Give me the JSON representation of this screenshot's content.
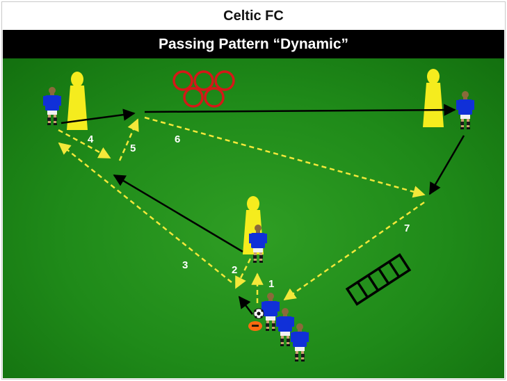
{
  "header": {
    "title": "Celtic FC",
    "subtitle": "Passing Pattern “Dynamic”"
  },
  "colors": {
    "pitch": "#1f8a19",
    "player": "#1030d8",
    "cone": "#f5ec1e",
    "ring": "#d41818",
    "pass_arrow": "#f3e83a",
    "run_arrow": "#000000",
    "disc": "#ff6a10"
  },
  "labels": [
    "1",
    "2",
    "3",
    "4",
    "5",
    "6",
    "7"
  ]
}
